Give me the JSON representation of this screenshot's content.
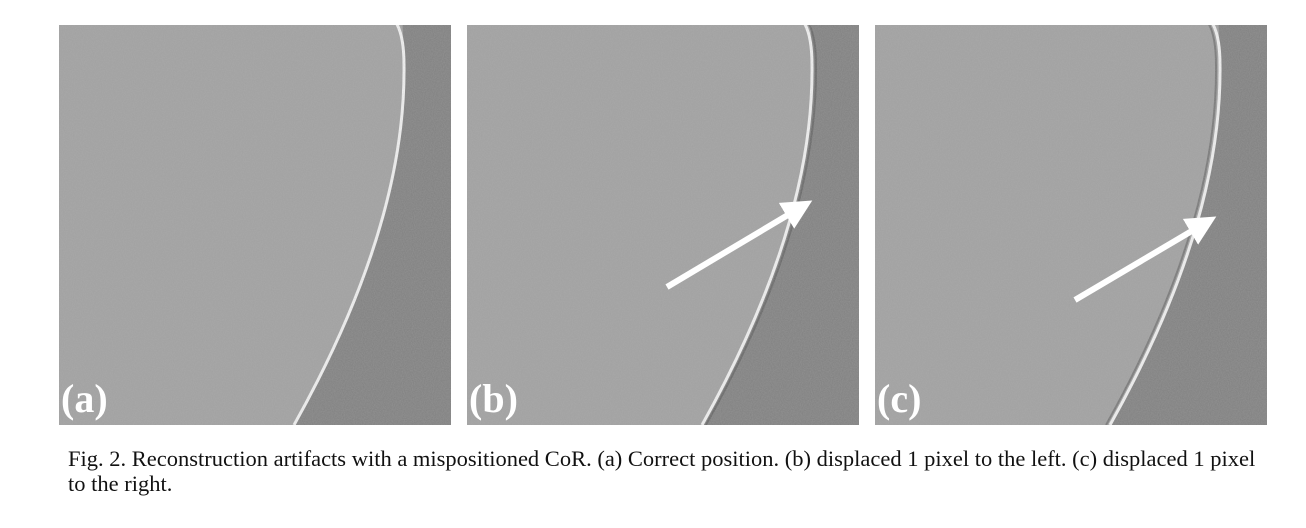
{
  "figure": {
    "panels": [
      {
        "label": "(a)",
        "show_arrow": false
      },
      {
        "label": "(b)",
        "show_arrow": true
      },
      {
        "label": "(c)",
        "show_arrow": true
      }
    ],
    "caption": "Fig. 2. Reconstruction artifacts with a mispositioned CoR. (a) Correct position. (b) displaced 1 pixel to the left. (c) displaced 1 pixel to the right.",
    "colors": {
      "object": "#a0a0a0",
      "background": "#7f7f7f",
      "edge": "#f2f2f2",
      "arrow": "#ffffff",
      "label": "#ffffff"
    }
  }
}
